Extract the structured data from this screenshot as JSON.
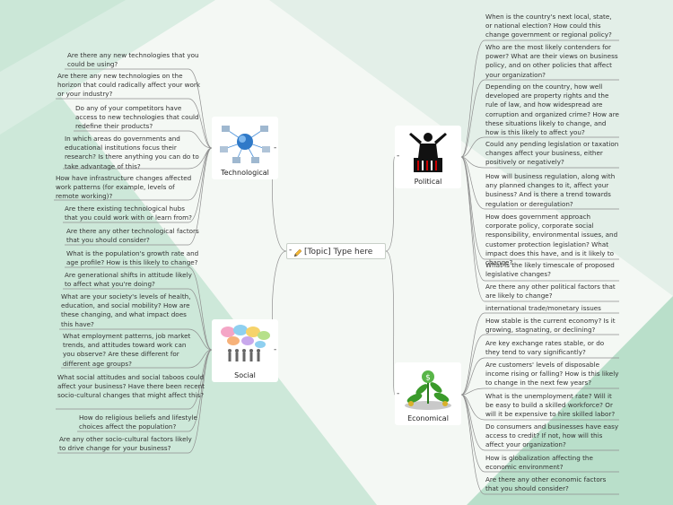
{
  "center": {
    "label": "[Topic]  Type  here",
    "icon": "pencil-icon"
  },
  "topics": {
    "technological": {
      "label": "Technological",
      "icon": "network-globe-icon"
    },
    "social": {
      "label": "Social",
      "icon": "crowd-speech-bubbles-icon"
    },
    "political": {
      "label": "Political",
      "icon": "politician-podium-icon"
    },
    "economical": {
      "label": "Economical",
      "icon": "money-plant-icon"
    }
  },
  "technological_items": [
    "Are there any new technologies that you could be using?",
    "Are there any new technologies on the horizon that could radically affect your work or your industry?",
    "Do any of your competitors have access to new technologies that could redefine their products?",
    "In which areas do governments and educational institutions focus their research? Is there anything you can do to take advantage of this?",
    "How have infrastructure changes affected work patterns (for example, levels of remote working)?",
    "Are there existing technological hubs that you could work with or learn from?",
    "Are there any other technological factors that you should consider?"
  ],
  "social_items": [
    "What is the population's growth rate and age profile? How is this likely to change?",
    "Are generational shifts in attitude likely to affect what you're doing?",
    "What are your society's levels of health, education, and social mobility? How are these changing, and what impact does this have?",
    "What employment patterns, job market trends, and attitudes toward work can you observe? Are these different for different age groups?",
    "What social attitudes and social taboos could affect your business? Have there been recent socio-cultural changes that might affect this?",
    "How do religious beliefs and lifestyle choices affect the population?",
    "Are any other socio-cultural factors likely to drive change for your business?"
  ],
  "political_items": [
    "When is the country's next local, state, or national election? How could this change government or regional policy?",
    "Who are the most likely contenders for power? What are their views on business policy, and on other policies that affect your organization?",
    "Depending on the country, how well developed are property rights and the rule of law, and how widespread are corruption and organized crime? How are these situations likely to change, and how is this likely to affect you?",
    "Could any pending legislation or taxation changes affect your business, either positively or negatively?",
    "How will business regulation, along with any planned changes to it, affect your business? And is there a trend towards regulation or deregulation?",
    "How does government approach corporate policy, corporate social responsibility, environmental issues, and customer protection legislation? What impact does this have, and is it likely to change?",
    "What is the likely timescale of proposed legislative changes?",
    "Are there any other political factors that are likely to change?"
  ],
  "economical_items": [
    "international trade/monetary issues",
    "How stable is the current economy? Is it growing, stagnating, or declining?",
    "Are key exchange rates stable, or do they tend to vary significantly?",
    "Are customers' levels of disposable income rising or falling? How is this likely to change in the next few years?",
    "What is the unemployment rate? Will it be easy to build a skilled workforce? Or will it be expensive to hire skilled labor?",
    "Do consumers and businesses have easy access to credit? If not, how will this affect your organization?",
    "How is globalization affecting the economic environment?",
    "Are there any other economic factors that you should consider?"
  ],
  "collapse_symbol": "-",
  "colors": {
    "bg_light": "#f6f9f6",
    "bg_green": "#c4e3d3",
    "bg_green_dark": "#a9d6bf",
    "line": "#8a8a8a"
  }
}
